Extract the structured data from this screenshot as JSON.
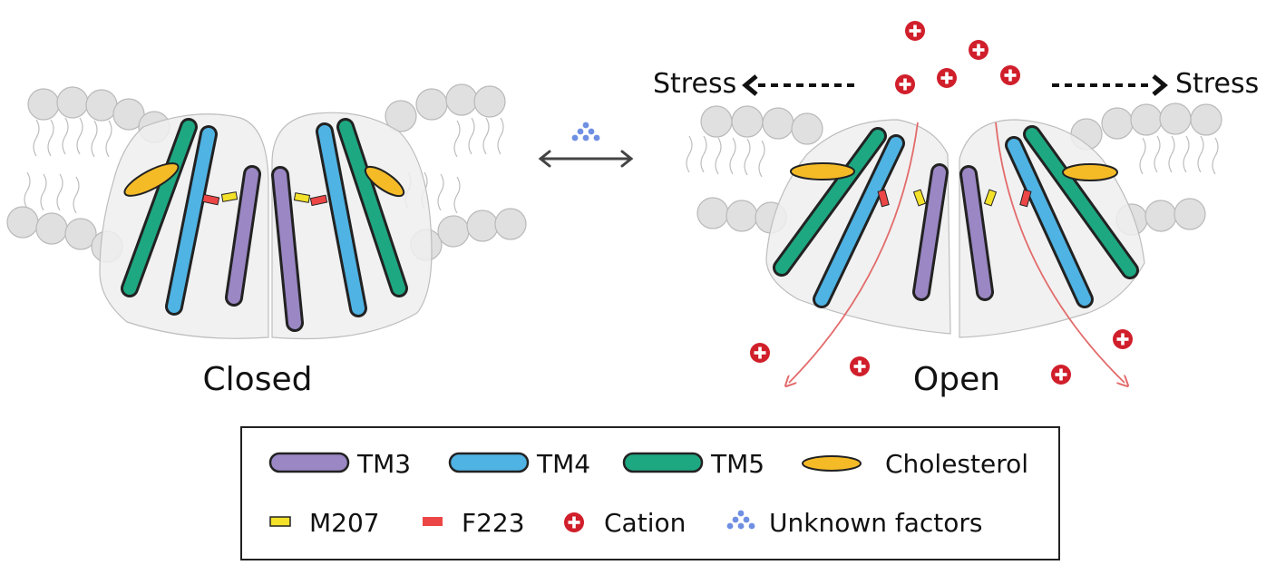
{
  "states": {
    "closed_label": "Closed",
    "open_label": "Open"
  },
  "stress": {
    "left_label": "Stress",
    "right_label": "Stress"
  },
  "legend": {
    "tm3": "TM3",
    "tm4": "TM4",
    "tm5": "TM5",
    "cholesterol": "Cholesterol",
    "m207": "M207",
    "f223": "F223",
    "cation": "Cation",
    "unknown": "Unknown factors"
  },
  "colors": {
    "tm3": "#9a87c4",
    "tm4": "#4fb3e3",
    "tm5": "#1ea882",
    "cholesterol": "#f5bb27",
    "m207": "#f3e12a",
    "f223": "#ec4646",
    "cation": "#d01f2b",
    "unknown": "#6f8fe3",
    "membrane": "#d7d7d7",
    "protein": "#ededed"
  }
}
